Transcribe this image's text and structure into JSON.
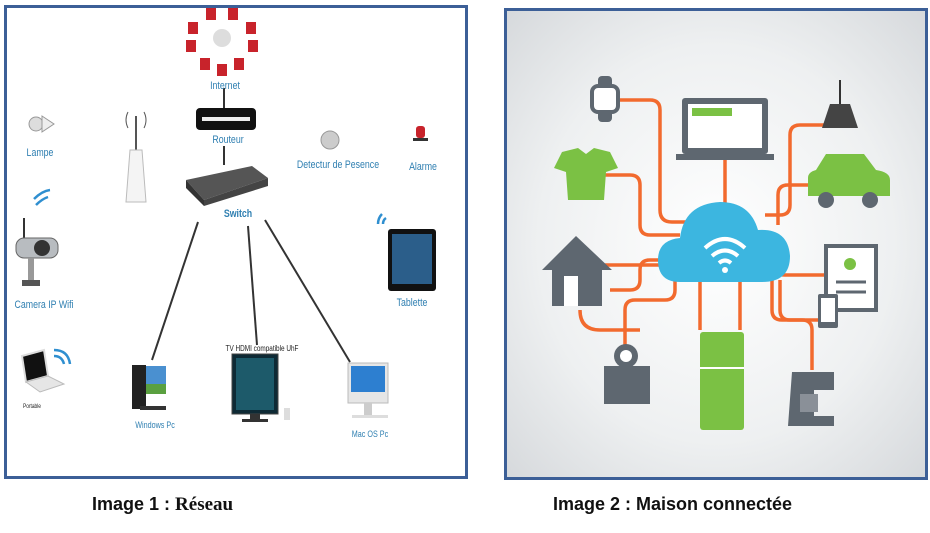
{
  "image1": {
    "labels": {
      "internet": "Internet",
      "router": "Routeur",
      "switch": "Switch",
      "lamp": "Lampe",
      "detector": "Detectur de Pesence",
      "alarm": "Alarme",
      "camera": "Camera IP Wifi",
      "tablet": "Tablette",
      "laptop": "Portable",
      "tv": "TV HDMI compatible UhF",
      "windows": "Windows Pc",
      "mac": "Mac OS Pc"
    },
    "caption_prefix": "Image 1 :",
    "caption_title": "Réseau"
  },
  "image2": {
    "caption": "Image 2 : Maison connectée",
    "colors": {
      "cloud": "#3cb6e0",
      "wire": "#f26a2e",
      "green": "#7bc144",
      "gray": "#5e6770"
    }
  },
  "colors": {
    "frame_border": "#3c5f97",
    "label": "#2f7fb1"
  }
}
